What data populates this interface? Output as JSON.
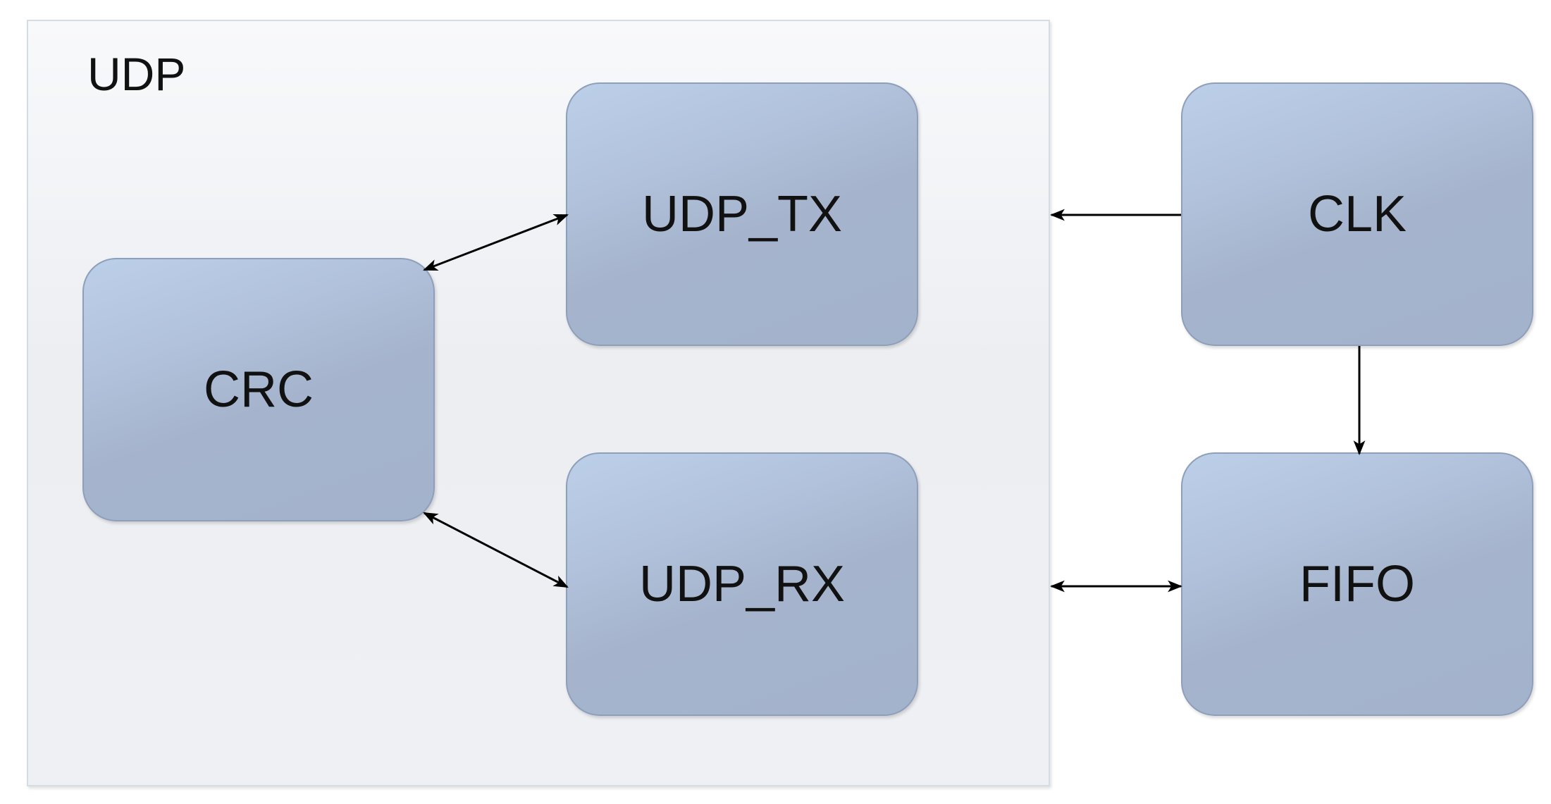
{
  "container": {
    "label": "UDP"
  },
  "blocks": {
    "crc": "CRC",
    "udp_tx": "UDP_TX",
    "udp_rx": "UDP_RX",
    "clk": "CLK",
    "fifo": "FIFO"
  },
  "colors": {
    "block_fill_top": "#bccfe9",
    "block_fill_bottom": "#a3b3cb",
    "block_border": "#8e9fb9",
    "container_fill": "#f0f2f5",
    "arrow": "#000000"
  },
  "connections": [
    {
      "from": "CRC",
      "to": "UDP_TX",
      "direction": "bidirectional"
    },
    {
      "from": "CRC",
      "to": "UDP_RX",
      "direction": "bidirectional"
    },
    {
      "from": "CLK",
      "to": "UDP",
      "direction": "one-way"
    },
    {
      "from": "CLK",
      "to": "FIFO",
      "direction": "one-way"
    },
    {
      "from": "UDP",
      "to": "FIFO",
      "direction": "bidirectional"
    }
  ]
}
